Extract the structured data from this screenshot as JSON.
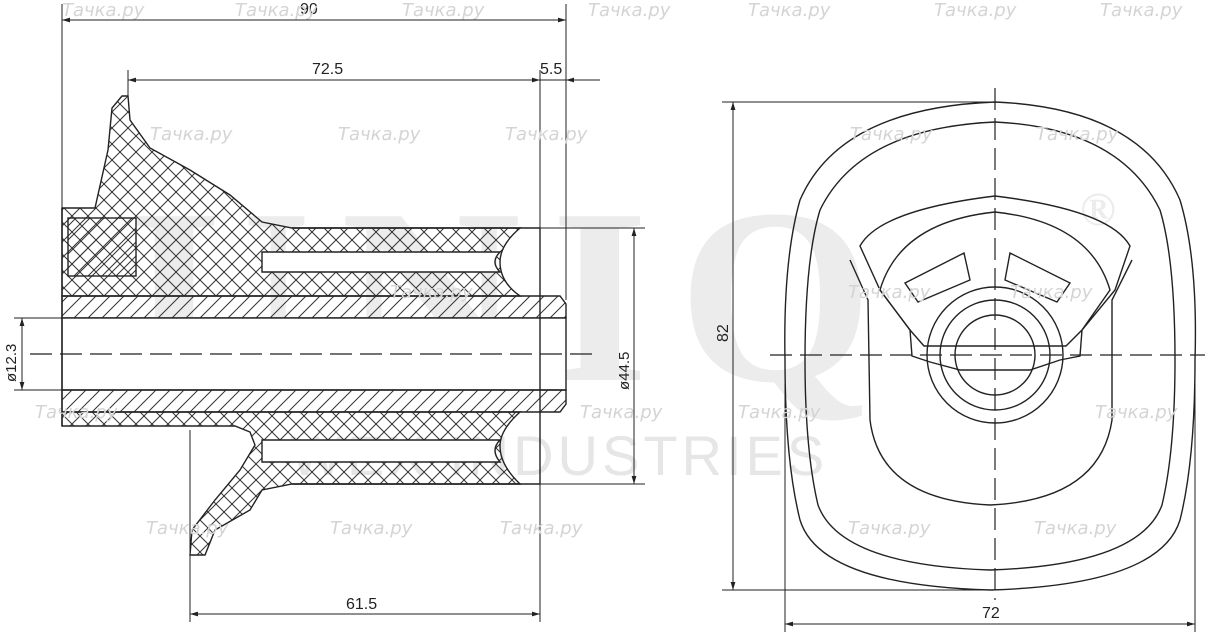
{
  "watermark_text": "Тачка.ру",
  "brand": {
    "logo": "UNIQ",
    "registered": "®",
    "subtitle": "WEX INDUSTRIES"
  },
  "dimensions": {
    "overall_length": "90",
    "body_length": "72.5",
    "flange_offset": "5.5",
    "bore_diameter": "ø12.3",
    "outer_diameter": "ø44.5",
    "sleeve_length": "61.5",
    "height": "82",
    "width": "72"
  }
}
